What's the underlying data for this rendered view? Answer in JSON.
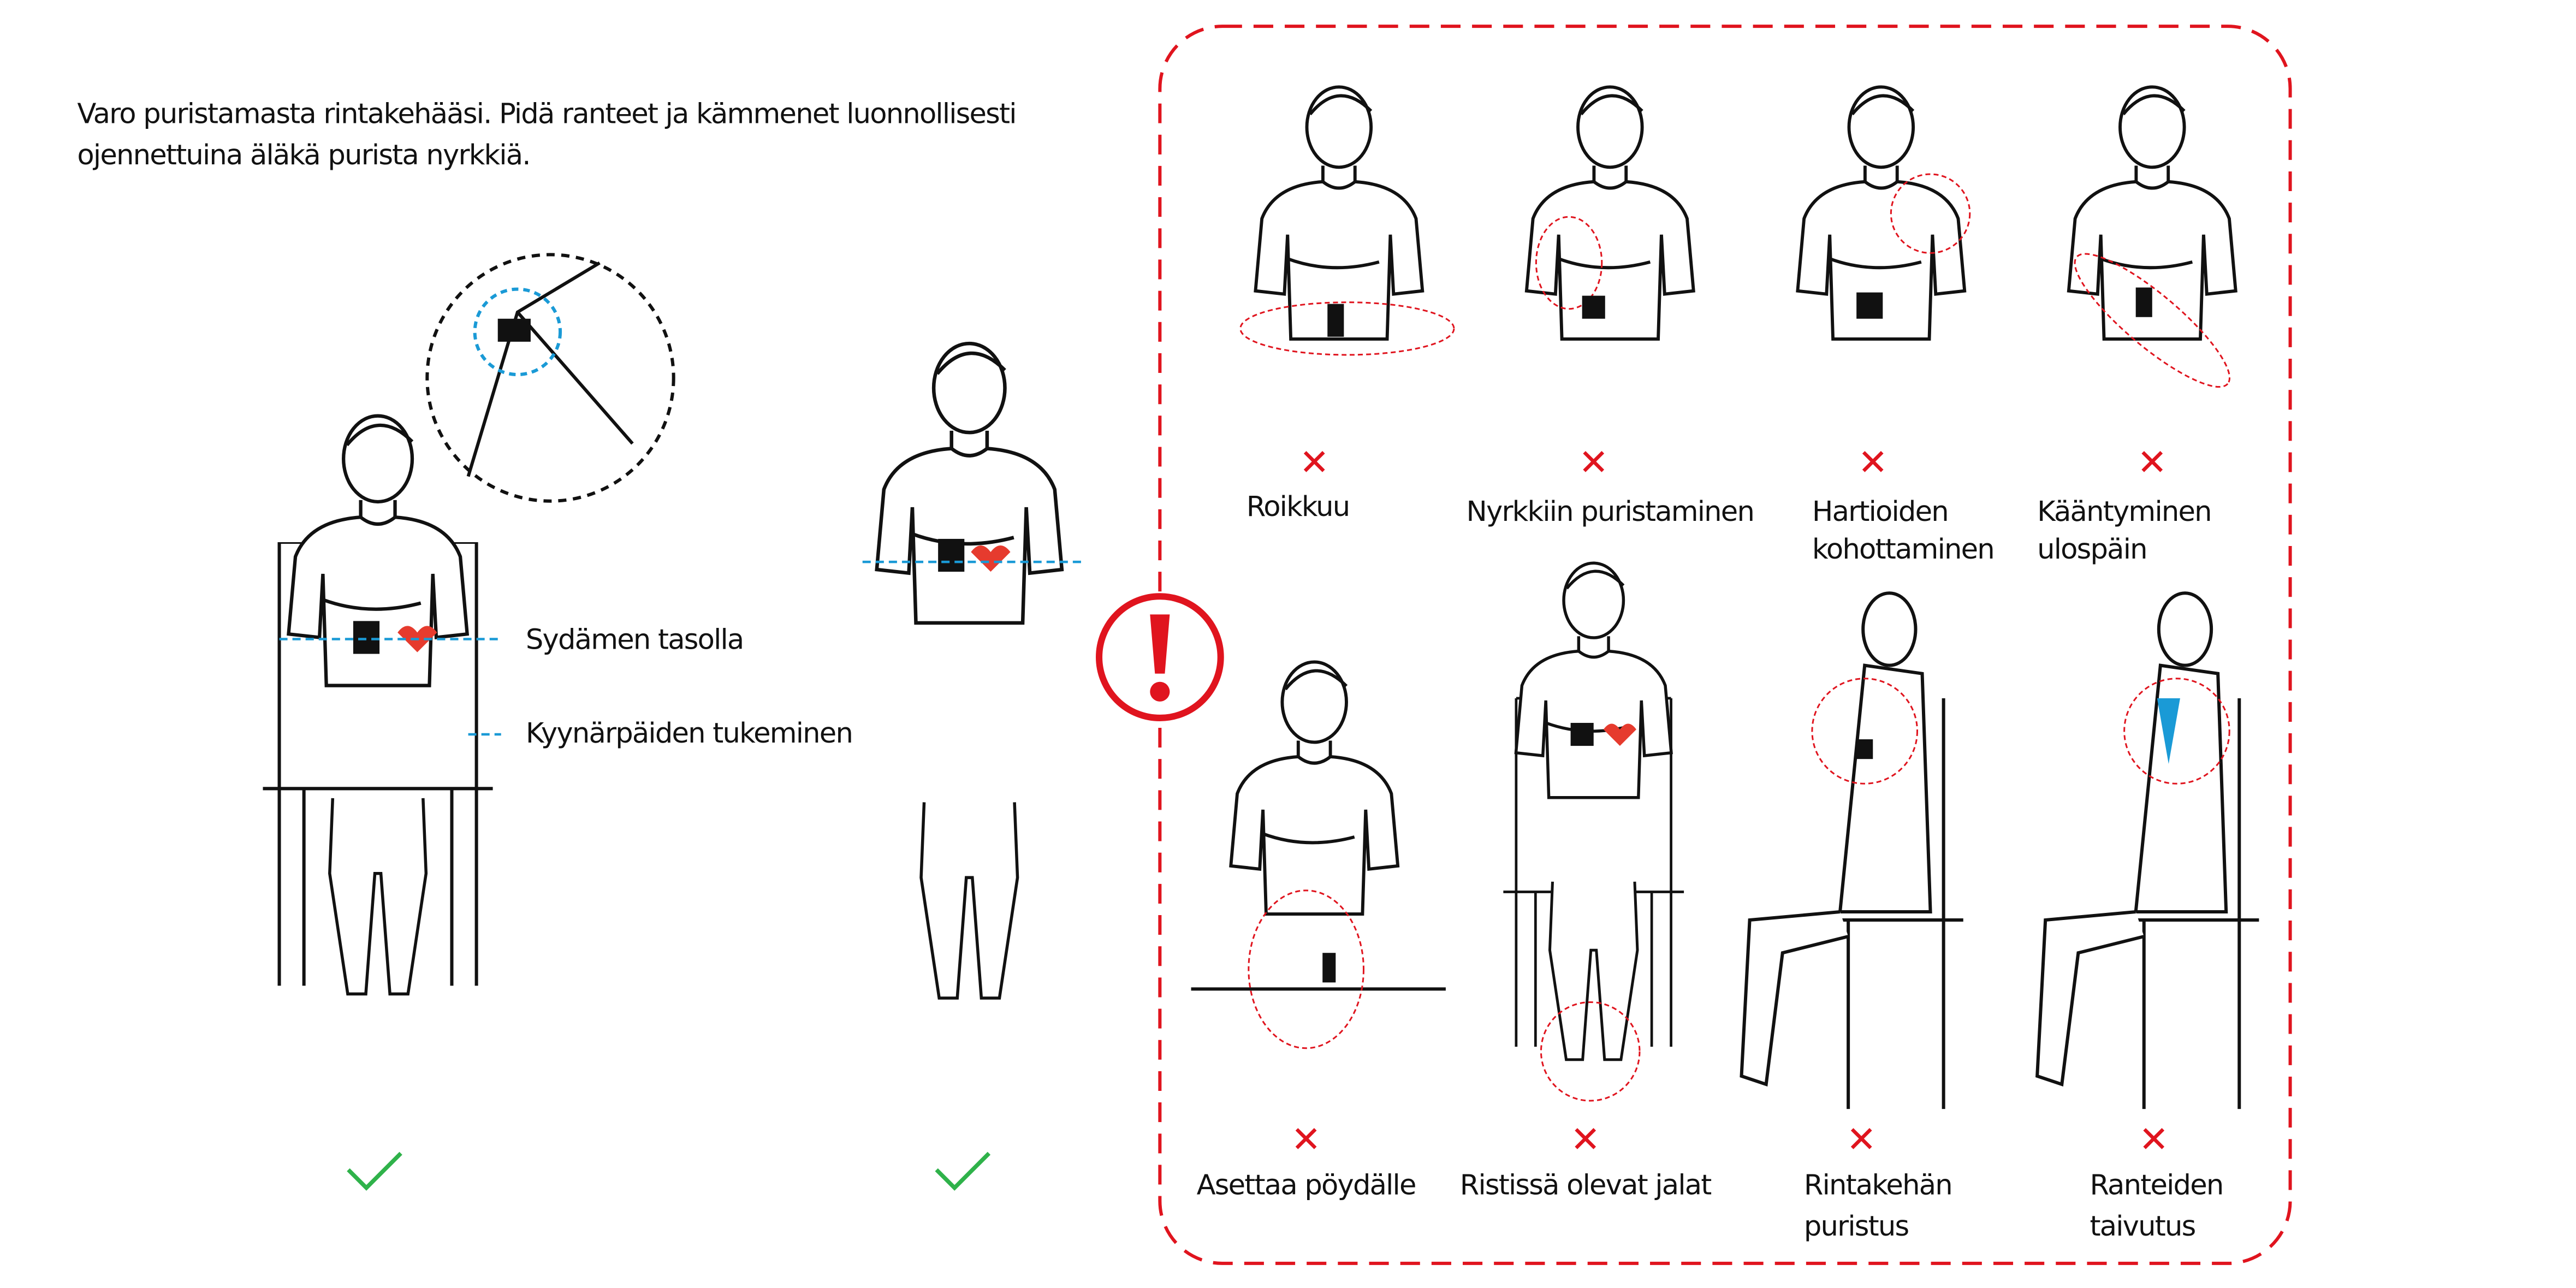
{
  "intro": {
    "line1": "Varo puristamasta rintakehääsi. Pidä ranteet ja kämmenet luonnollisesti",
    "line2": "ojennettuina äläkä purista nyrkkiä."
  },
  "correct": {
    "heart_level": "Sydämen tasolla",
    "elbow_support": "Kyynärpäiden tukeminen"
  },
  "incorrect": [
    {
      "label": "Roikkuu"
    },
    {
      "label": "Nyrkkiin puristaminen"
    },
    {
      "label": "Hartioiden\nkohottaminen",
      "l1": "Hartioiden",
      "l2": "kohottaminen"
    },
    {
      "label": "Kääntyminen\nulospäin",
      "l1": "Kääntyminen",
      "l2": "ulospäin"
    },
    {
      "label": "Asettaa pöydälle"
    },
    {
      "label": "Ristissä olevat jalat"
    },
    {
      "label": "Rintakehän\npuristus",
      "l1": "Rintakehän",
      "l2": "puristus"
    },
    {
      "label": "Ranteiden\ntaivutus",
      "l1": "Ranteiden",
      "l2": "taivutus"
    }
  ],
  "colors": {
    "wrong": "#e0141e",
    "right": "#2fb24a",
    "guide": "#1a9ad6",
    "heart": "#e63b2e"
  }
}
